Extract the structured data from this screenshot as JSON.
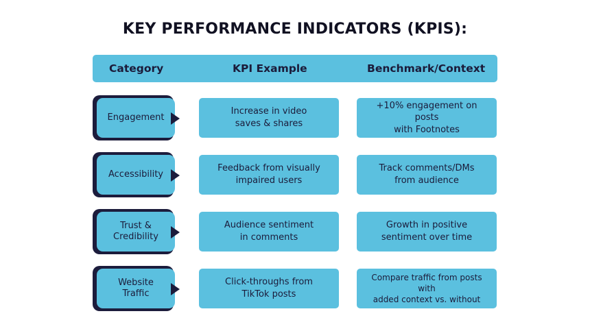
{
  "title": "KEY PERFORMANCE INDICATORS (KPIS):",
  "header": {
    "category": "Category",
    "kpi": "KPI Example",
    "benchmark": "Benchmark/Context"
  },
  "rows": [
    {
      "category": [
        "Engagement"
      ],
      "kpi": [
        "Increase in video",
        "saves & shares"
      ],
      "benchmark": [
        "+10% engagement on posts",
        "with Footnotes"
      ]
    },
    {
      "category": [
        "Accessibility"
      ],
      "kpi": [
        "Feedback from visually",
        "impaired users"
      ],
      "benchmark": [
        "Track comments/DMs",
        "from audience"
      ]
    },
    {
      "category": [
        "Trust &",
        "Credibility"
      ],
      "kpi": [
        "Audience sentiment",
        "in comments"
      ],
      "benchmark": [
        "Growth in positive",
        "sentiment over time"
      ]
    },
    {
      "category": [
        "Website",
        "Traffic"
      ],
      "kpi": [
        "Click-throughs from",
        "TikTok posts"
      ],
      "benchmark": [
        "Compare traffic from posts with",
        "added context vs. without"
      ]
    }
  ],
  "colors": {
    "accent": "#5bc0df",
    "dark": "#1c1c3c"
  }
}
